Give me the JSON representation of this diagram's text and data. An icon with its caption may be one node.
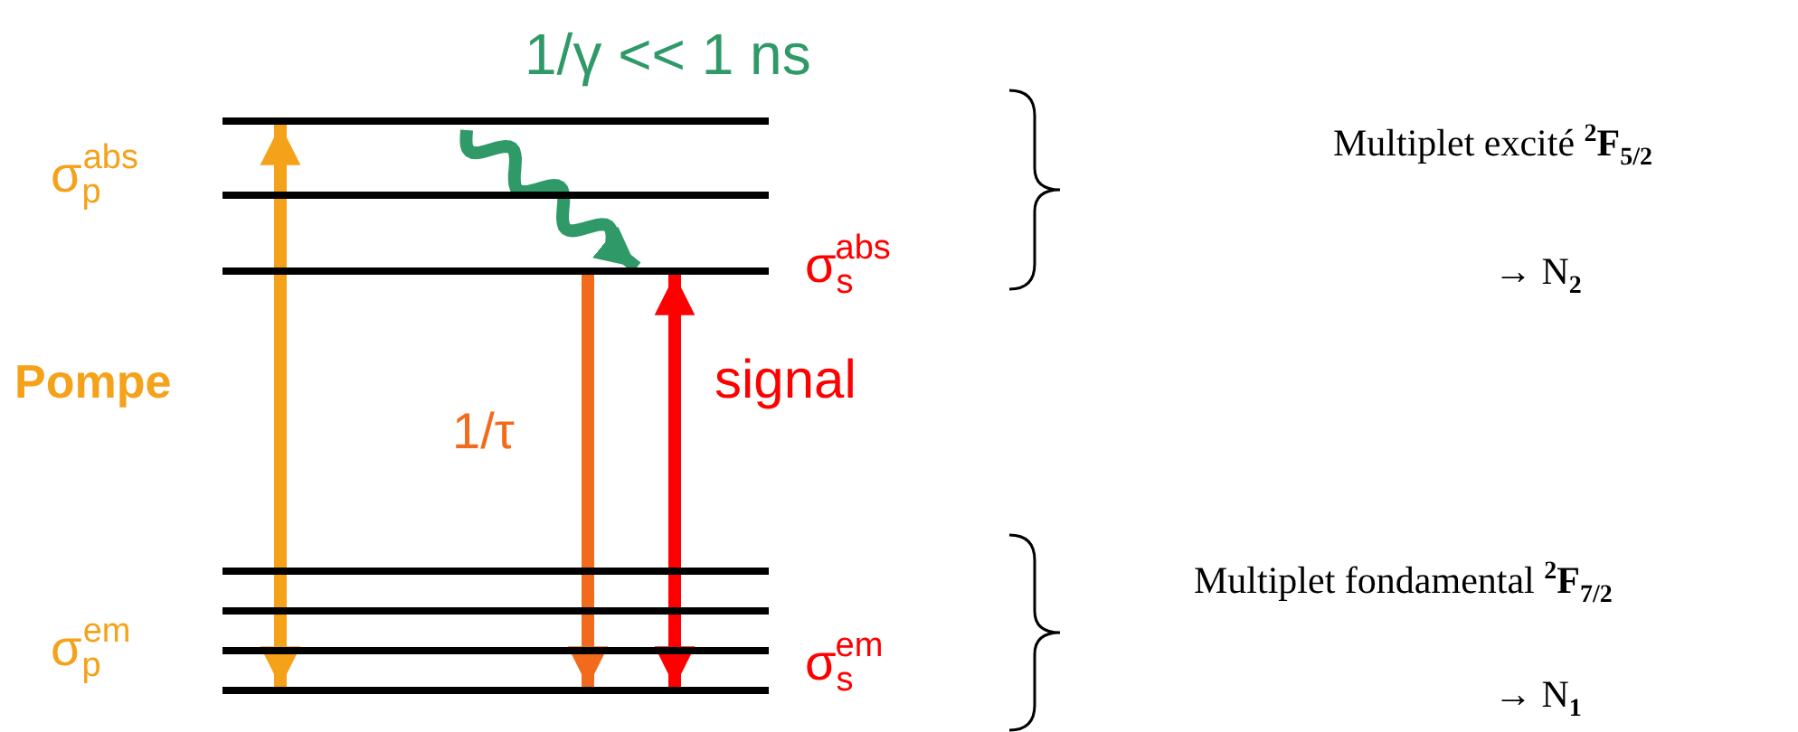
{
  "diagram": {
    "nodes": [
      {
        "text": [],
        "shape": "bar"
      },
      {
        "text": [],
        "shape": "bar"
      },
      {
        "text": [],
        "shape": "bar"
      },
      {
        "text": [],
        "shape": "bar"
      },
      {
        "text": [],
        "shape": "bar"
      },
      {
        "text": [],
        "shape": "bar"
      },
      {
        "text": [],
        "shape": "bar"
      }
    ],
    "edges": [
      {
        "from": 6,
        "to": 0,
        "arrow": "both",
        "label": "Pompe",
        "color": "#f5a21b"
      },
      {
        "from": 0,
        "to": 2,
        "arrow": "to",
        "label": "1/γ << 1 ns",
        "color": "#2f9a68"
      },
      {
        "from": 2,
        "to": 6,
        "arrow": "to",
        "label": "1/τ",
        "color": "#f26b1d"
      },
      {
        "from": 2,
        "to": 6,
        "arrow": "both",
        "label": "signal",
        "color": "#ff0000"
      }
    ],
    "labels": [
      "σ$_{p}$$^{abs}$",
      "σ$_{s}$$^{abs}$",
      "σ$_{p}$$^{em}$",
      "σ$_{s}$$^{em}$",
      "Multiplet excité $^{2}$**F**$_{5/2}$",
      "→ N$_{2}$",
      "Multiplet fondamental $^{2}$**F**$_{7/2}$",
      "→ N$_{1}$"
    ]
  }
}
